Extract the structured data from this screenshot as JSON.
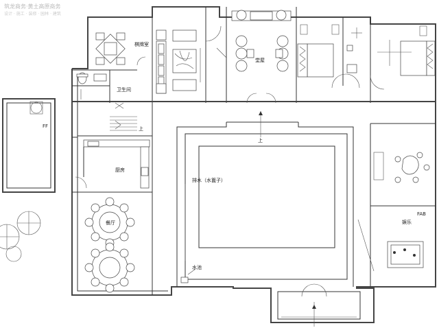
{
  "watermark": {
    "line1": "筑龙商务·黄土高原商务",
    "line2": "设计 · 施工 · 装修 · 园林 · 建筑"
  },
  "rooms": {
    "chess": "棋牌室",
    "bathroom": "卫生间",
    "hall": "堂屋",
    "kitchen": "厨房",
    "dining": "餐厅",
    "entertainment": "娱乐"
  },
  "annotations": {
    "stairs_up": "上",
    "courtyard_up": "上",
    "drain": "排水（水篦子）",
    "pool": "水池",
    "fridge": "FF",
    "sink_tag": "FAB"
  }
}
